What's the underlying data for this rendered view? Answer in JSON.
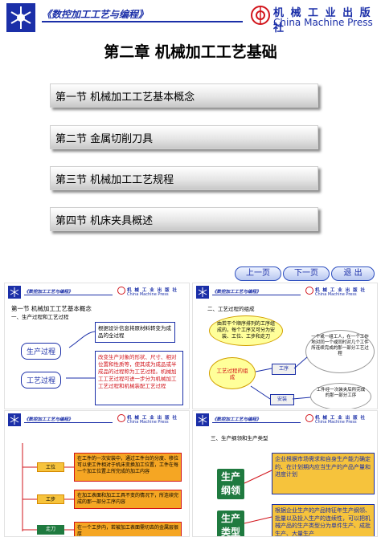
{
  "header": {
    "book_title": "《数控加工工艺与编程》",
    "press_cn": "机 械 工 业 出 版 社",
    "press_en": "China Machine Press",
    "press_cn_small": "机 械 工 业 出 版 社"
  },
  "chapter_title": "第二章 机械加工工艺基础",
  "sections": [
    {
      "label": "第一节    机械加工工艺基本概念"
    },
    {
      "label": "第二节    金属切削刀具"
    },
    {
      "label": "第三节    机械加工工艺规程"
    },
    {
      "label": "第四节    机床夹具概述"
    }
  ],
  "nav": {
    "prev": "上一页",
    "next": "下一页",
    "exit": "退   出"
  },
  "thumb1": {
    "title": "第一节  机械加工工艺基本概念",
    "subtitle": "一、生产过程和工艺过程",
    "box_top": "根据设计信息将原材料转变为成品的全过程",
    "label_production": "生产过程",
    "label_process": "工艺过程",
    "box_process": "改变生产对象的形状、尺寸、相对位置和性质等，使其成为成品或半成品的过程称为工艺过程。机械加工工艺过程可进一步分为机械加工工艺过程和机械装配工艺过程"
  },
  "thumb2": {
    "subtitle": "二、工艺过程的组成",
    "ellipse_top": "由若干个顺序排列的工序组成的，每个工序又可分为安装、工位、工步和走刀",
    "ellipse_center": "工艺过程的组成",
    "label_process": "工序",
    "label_setup": "安装",
    "oval_process": "一个或一组工人，在一个工作地对同一个或同时对几个工件所连续完成的那一部分工艺过程",
    "oval_setup": "工件经一次装夹后所完成的那一部分工序"
  },
  "thumb3": {
    "label_position": "工位",
    "text_position": "在工件的一次安装中，通过工件台的分度、移位可以使工件相对于机床变换加工位置，工件在每一个加工位置上所完成的加工内容",
    "label_step": "工步",
    "text_step": "在加工表面和加工工具不变的情况下，所连续完成的那一部分工序内容",
    "label_pass": "走刀",
    "text_pass": "在一个工步内，若被加工表面需切去的金属层很厚"
  },
  "thumb4": {
    "subtitle": "三、生产纲领和生产类型",
    "green1": "生产纲领",
    "text1": "企业根据市场需求和自身生产能力确定的、在计划期内应当生产的产品产量和进度计划",
    "green2": "生产类型",
    "text2": "根据企业生产的产品特征年生产纲领、批量以及投入生产的连续性，可以把机械产品的生产类型分为单件生产、成批生产、大量生产"
  },
  "colors": {
    "brand_blue": "#1b2fa8",
    "accent_red": "#d2141b",
    "green": "#1f7a3f"
  }
}
